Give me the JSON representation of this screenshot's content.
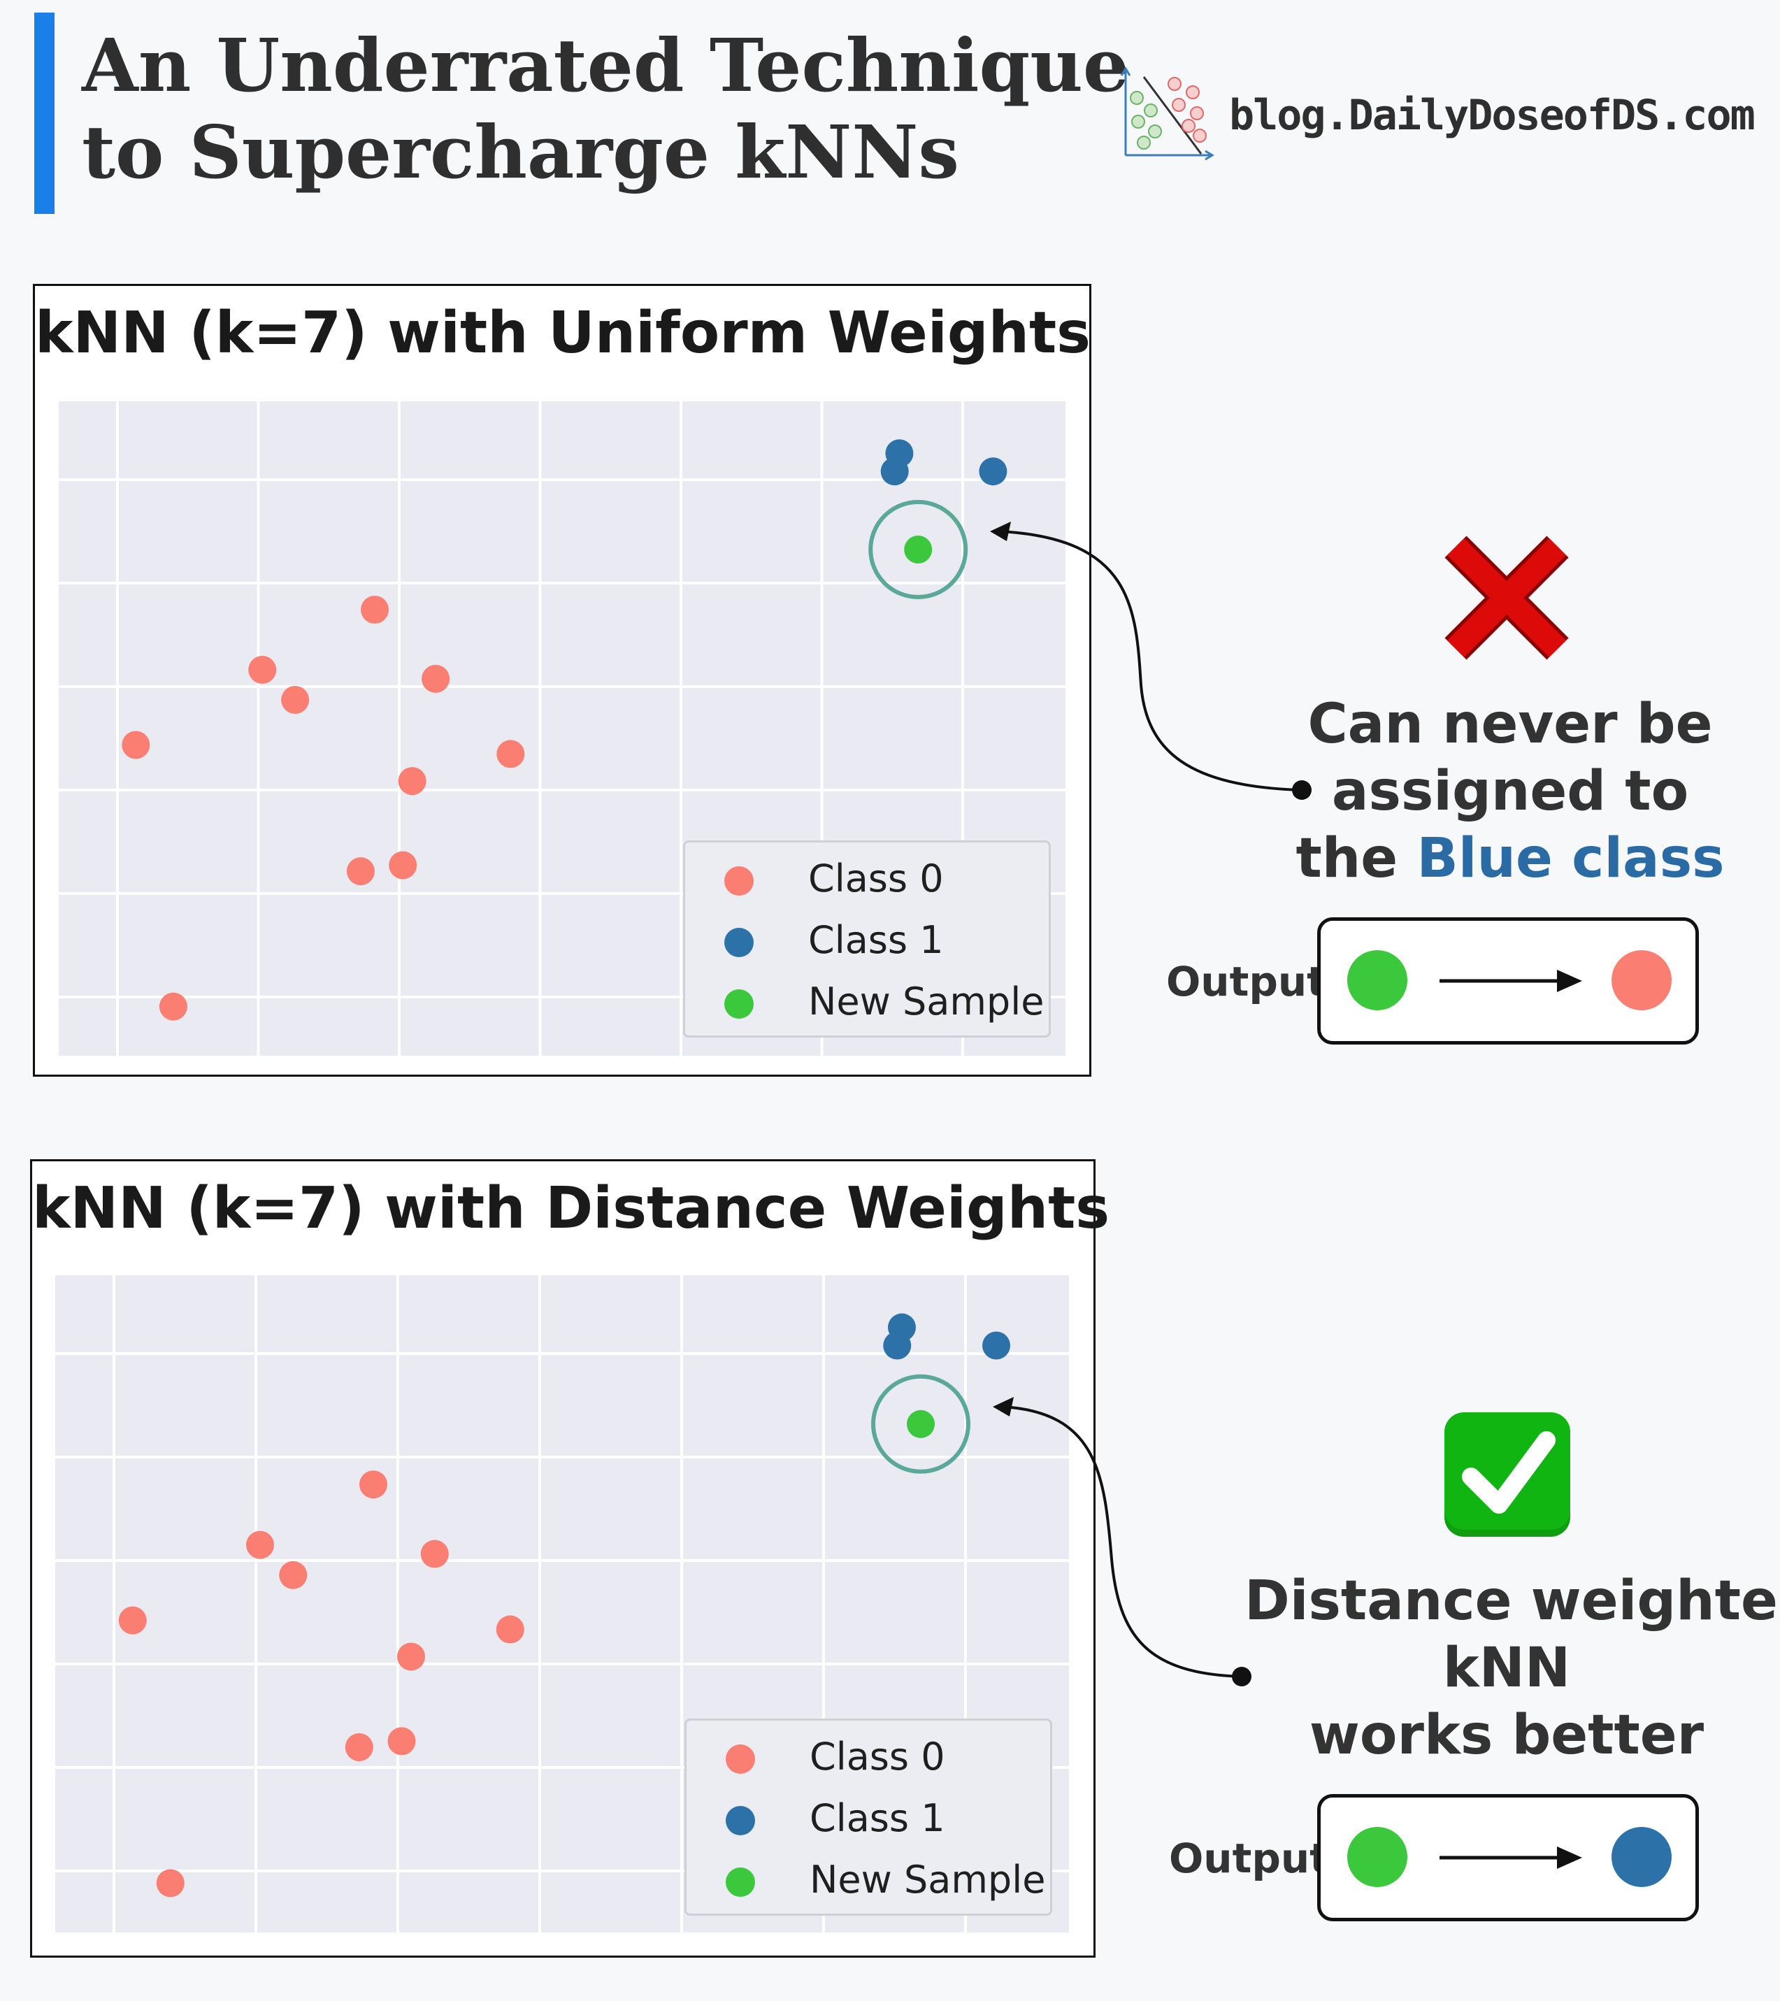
{
  "header": {
    "title_line1": "An Underrated Technique",
    "title_line2": "to Supercharge kNNs",
    "brand": "blog.DailyDoseofDS.com",
    "brand_icon": "scatter-logo-icon"
  },
  "colors": {
    "class0": "#fa7f72",
    "class1": "#2c72a8",
    "new_sample": "#3cc83c",
    "accent_bar": "#1a7fe8",
    "highlight_ring": "#5aa89a",
    "blue_text": "#2a6aa5",
    "cross_red": "#dd0a0a",
    "check_green": "#11b511"
  },
  "chart_data": [
    {
      "type": "scatter",
      "title": "kNN (k=7) with Uniform Weights",
      "xlabel": "",
      "ylabel": "",
      "xlim": [
        0,
        10
      ],
      "ylim": [
        0,
        10
      ],
      "grid": true,
      "legend_position": "bottom-right",
      "highlighted_point": "New Sample",
      "series": [
        {
          "name": "Class 0",
          "color": "#fa7f72",
          "points": [
            [
              3.0,
              7.0
            ],
            [
              1.8,
              6.0
            ],
            [
              2.15,
              5.5
            ],
            [
              3.65,
              5.85
            ],
            [
              0.45,
              4.75
            ],
            [
              4.45,
              4.6
            ],
            [
              3.4,
              4.15
            ],
            [
              2.85,
              2.65
            ],
            [
              3.3,
              2.75
            ],
            [
              0.85,
              0.4
            ]
          ]
        },
        {
          "name": "Class 1",
          "color": "#2c72a8",
          "points": [
            [
              8.6,
              9.6
            ],
            [
              8.55,
              9.3
            ],
            [
              9.6,
              9.3
            ]
          ]
        },
        {
          "name": "New Sample",
          "color": "#3cc83c",
          "points": [
            [
              8.8,
              8.0
            ]
          ]
        }
      ]
    },
    {
      "type": "scatter",
      "title": "kNN (k=7) with Distance Weights",
      "xlabel": "",
      "ylabel": "",
      "xlim": [
        0,
        10
      ],
      "ylim": [
        0,
        10
      ],
      "grid": true,
      "legend_position": "bottom-right",
      "highlighted_point": "New Sample",
      "series": [
        {
          "name": "Class 0",
          "color": "#fa7f72",
          "points": [
            [
              3.0,
              7.0
            ],
            [
              1.8,
              6.0
            ],
            [
              2.15,
              5.5
            ],
            [
              3.65,
              5.85
            ],
            [
              0.45,
              4.75
            ],
            [
              4.45,
              4.6
            ],
            [
              3.4,
              4.15
            ],
            [
              2.85,
              2.65
            ],
            [
              3.3,
              2.75
            ],
            [
              0.85,
              0.4
            ]
          ]
        },
        {
          "name": "Class 1",
          "color": "#2c72a8",
          "points": [
            [
              8.6,
              9.6
            ],
            [
              8.55,
              9.3
            ],
            [
              9.6,
              9.3
            ]
          ]
        },
        {
          "name": "New Sample",
          "color": "#3cc83c",
          "points": [
            [
              8.8,
              8.0
            ]
          ]
        }
      ]
    }
  ],
  "legend": {
    "items": [
      {
        "label": "Class 0",
        "color": "#fa7f72"
      },
      {
        "label": "Class 1",
        "color": "#2c72a8"
      },
      {
        "label": "New Sample",
        "color": "#3cc83c"
      }
    ]
  },
  "callouts": {
    "uniform": {
      "mark": "cross-icon",
      "line1": "Can never be",
      "line2": "assigned to",
      "line3_prefix": "the ",
      "line3_highlight": "Blue class",
      "output_label": "Output",
      "output_from": "New Sample",
      "output_to": "Class 0"
    },
    "distance": {
      "mark": "checkmark-icon",
      "line1": "Distance weighted",
      "line2": "kNN",
      "line3": "works better",
      "output_label": "Output",
      "output_from": "New Sample",
      "output_to": "Class 1"
    }
  }
}
